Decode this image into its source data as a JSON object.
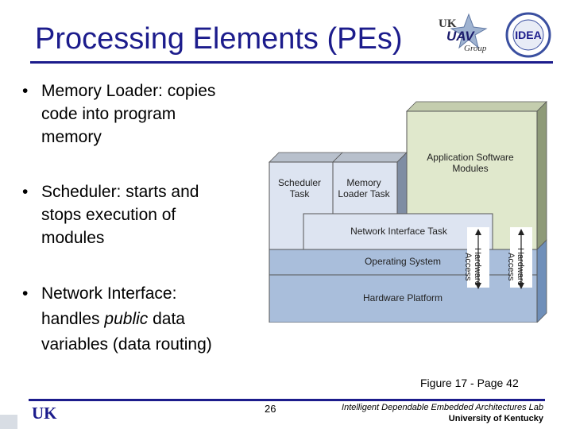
{
  "slide": {
    "title": "Processing Elements (PEs)",
    "bullets": [
      {
        "lines": [
          "Memory Loader: copies",
          "code into program",
          "memory"
        ]
      },
      {
        "lines": [
          "Scheduler: starts and",
          "stops execution of",
          "modules"
        ]
      },
      {
        "lines": [
          "Network Interface:",
          "handles |public| data",
          "variables (data routing)"
        ]
      }
    ],
    "bullet_symbol": "•",
    "caption": "Figure 17 - Page 42",
    "page_number": "26",
    "lab_name": "Intelligent Dependable Embedded Architectures Lab",
    "university": "University of Kentucky"
  },
  "logos": {
    "uav_top": "UK",
    "uav_main": "UAV",
    "uav_sub": "Group",
    "idea": "IDEA",
    "footer": "UK"
  },
  "diagram": {
    "app_modules": [
      "Application Software",
      "Modules"
    ],
    "scheduler": [
      "Scheduler",
      "Task"
    ],
    "memory_loader": [
      "Memory",
      "Loader Task"
    ],
    "network_task": "Network Interface Task",
    "os": "Operating System",
    "hardware": "Hardware Platform",
    "hw_access": [
      "Hardware",
      "Access"
    ]
  },
  "colors": {
    "title": "#1c1c8c",
    "hardware_fill": "#a9bedb",
    "task_fill": "#dde4f1",
    "app_fill": "#e0e8cc",
    "box_stroke": "#555555"
  }
}
